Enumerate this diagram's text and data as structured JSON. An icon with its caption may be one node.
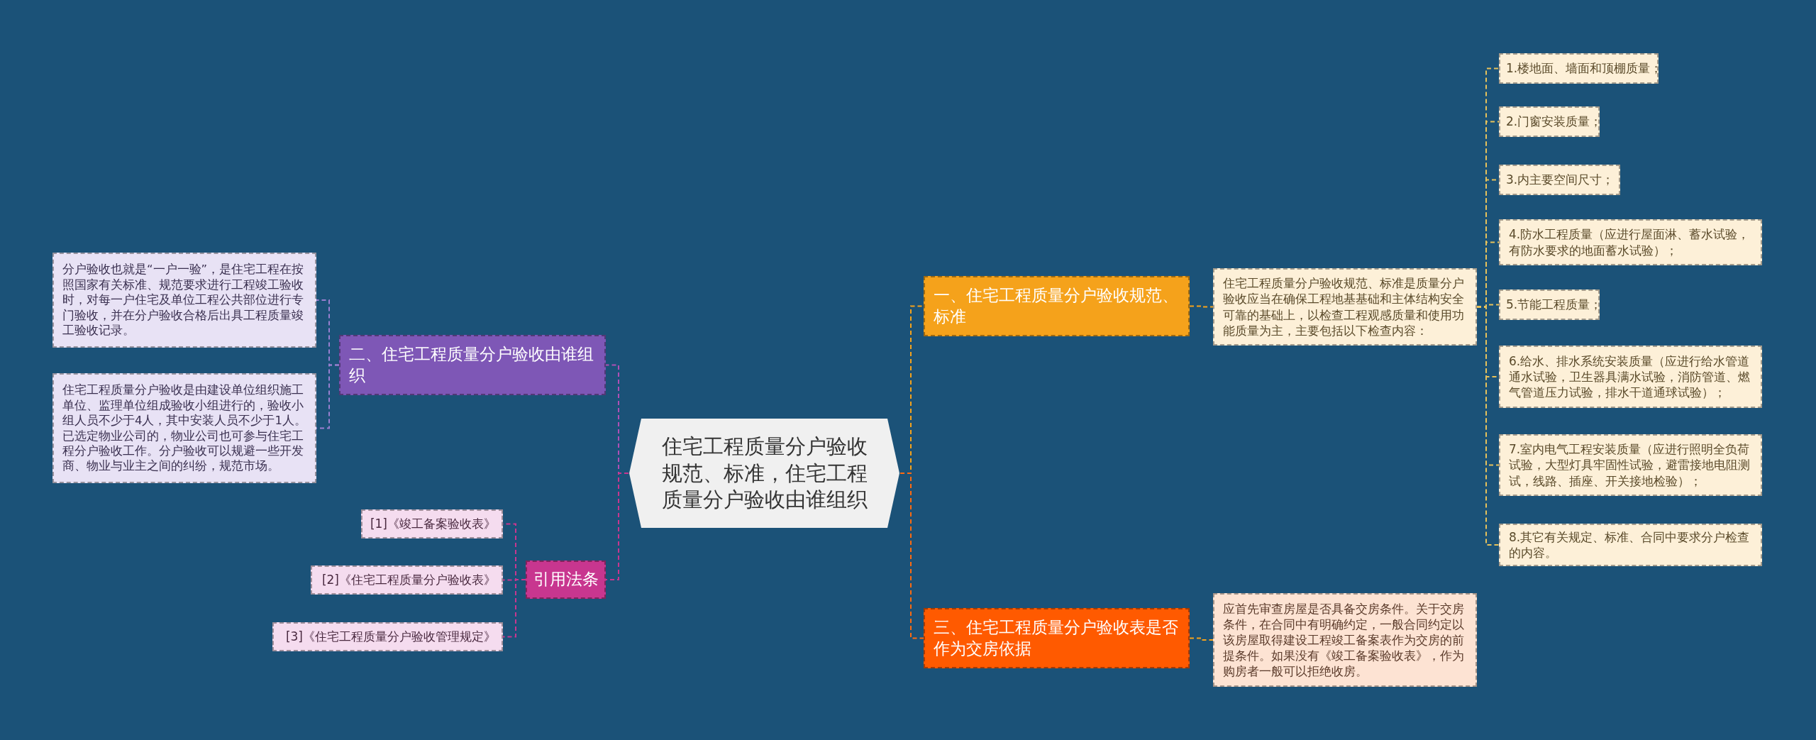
{
  "diagram": {
    "nodes": [
      {
        "text": [
          "住宅工程质量分户验收规范、标准，住宅工程质量分户验收由谁组织"
        ]
      },
      {
        "text": [
          "一、住宅工程质量分户验收规范、标准"
        ]
      },
      {
        "text": [
          "住宅工程质量分户验收规范、标准是质量分户验收应当在确保工程地基基础和主体结构安全可靠的基础上，以检查工程观感质量和使用功能质量为主，主要包括以下检查内容："
        ]
      },
      {
        "text": [
          "1.楼地面、墙面和顶棚质量；"
        ]
      },
      {
        "text": [
          "2.门窗安装质量；"
        ]
      },
      {
        "text": [
          "3.内主要空间尺寸；"
        ]
      },
      {
        "text": [
          "4.防水工程质量（应进行屋面淋、蓄水试验，有防水要求的地面蓄水试验）；"
        ]
      },
      {
        "text": [
          "5.节能工程质量；"
        ]
      },
      {
        "text": [
          "6.给水、排水系统安装质量（应进行给水管道通水试验，卫生器具满水试验，消防管道、燃气管道压力试验，排水干道通球试验）；"
        ]
      },
      {
        "text": [
          "7.室内电气工程安装质量（应进行照明全负荷试验，大型灯具牢固性试验，避雷接地电阻测试，线路、插座、开关接地检验）；"
        ]
      },
      {
        "text": [
          "8.其它有关规定、标准、合同中要求分户检查的内容。"
        ]
      },
      {
        "text": [
          "三、住宅工程质量分户验收表是否作为交房依据"
        ]
      },
      {
        "text": [
          "应首先审查房屋是否具备交房条件。关于交房条件，在合同中有明确约定，一般合同约定以该房屋取得建设工程竣工备案表作为交房的前提条件。如果没有《竣工备案验收表》，作为购房者一般可以拒绝收房。"
        ]
      },
      {
        "text": [
          "二、住宅工程质量分户验收由谁组织"
        ]
      },
      {
        "text": [
          "分户验收也就是“一户一验”，是住宅工程在按照国家有关标准、规范要求进行工程竣工验收时，对每一户住宅及单位工程公共部位进行专门验收，并在分户验收合格后出具工程质量竣工验收记录。"
        ]
      },
      {
        "text": [
          "住宅工程质量分户验收是由建设单位组织施工单位、监理单位组成验收小组进行的，验收小组人员不少于4人，其中安装人员不少于1人。已选定物业公司的，物业公司也可参与住宅工程分户验收工作。分户验收可以规避一些开发商、物业与业主之间的纠纷，规范市场。"
        ]
      },
      {
        "text": [
          "引用法条"
        ]
      },
      {
        "text": [
          "[1]《竣工备案验收表》"
        ]
      },
      {
        "text": [
          "[2]《住宅工程质量分户验收表》"
        ]
      },
      {
        "text": [
          "[3]《住宅工程质量分户验收管理规定》"
        ]
      }
    ],
    "edges": [
      {
        "from": 0,
        "to": 1,
        "arrow": "none",
        "color": "#f5a21b"
      },
      {
        "from": 1,
        "to": 2,
        "arrow": "none",
        "color": "#f5a21b"
      },
      {
        "from": 2,
        "to": 3,
        "arrow": "none",
        "color": "#e8c25a"
      },
      {
        "from": 2,
        "to": 4,
        "arrow": "none",
        "color": "#e8c25a"
      },
      {
        "from": 2,
        "to": 5,
        "arrow": "none",
        "color": "#e8c25a"
      },
      {
        "from": 2,
        "to": 6,
        "arrow": "none",
        "color": "#e8c25a"
      },
      {
        "from": 2,
        "to": 7,
        "arrow": "none",
        "color": "#e8c25a"
      },
      {
        "from": 2,
        "to": 8,
        "arrow": "none",
        "color": "#e8c25a"
      },
      {
        "from": 2,
        "to": 9,
        "arrow": "none",
        "color": "#e8c25a"
      },
      {
        "from": 2,
        "to": 10,
        "arrow": "none",
        "color": "#e8c25a"
      },
      {
        "from": 0,
        "to": 11,
        "arrow": "none",
        "color": "#ff6a10"
      },
      {
        "from": 11,
        "to": 12,
        "arrow": "none",
        "color": "#f5a21b"
      },
      {
        "from": 0,
        "to": 13,
        "arrow": "none",
        "color": "#b04fb5"
      },
      {
        "from": 13,
        "to": 14,
        "arrow": "none",
        "color": "#9a7fd0"
      },
      {
        "from": 13,
        "to": 15,
        "arrow": "none",
        "color": "#9a7fd0"
      },
      {
        "from": 0,
        "to": 16,
        "arrow": "none",
        "color": "#c8368f"
      },
      {
        "from": 16,
        "to": 17,
        "arrow": "none",
        "color": "#c8368f"
      },
      {
        "from": 16,
        "to": 18,
        "arrow": "none",
        "color": "#c8368f"
      },
      {
        "from": 16,
        "to": 19,
        "arrow": "none",
        "color": "#c8368f"
      }
    ]
  }
}
